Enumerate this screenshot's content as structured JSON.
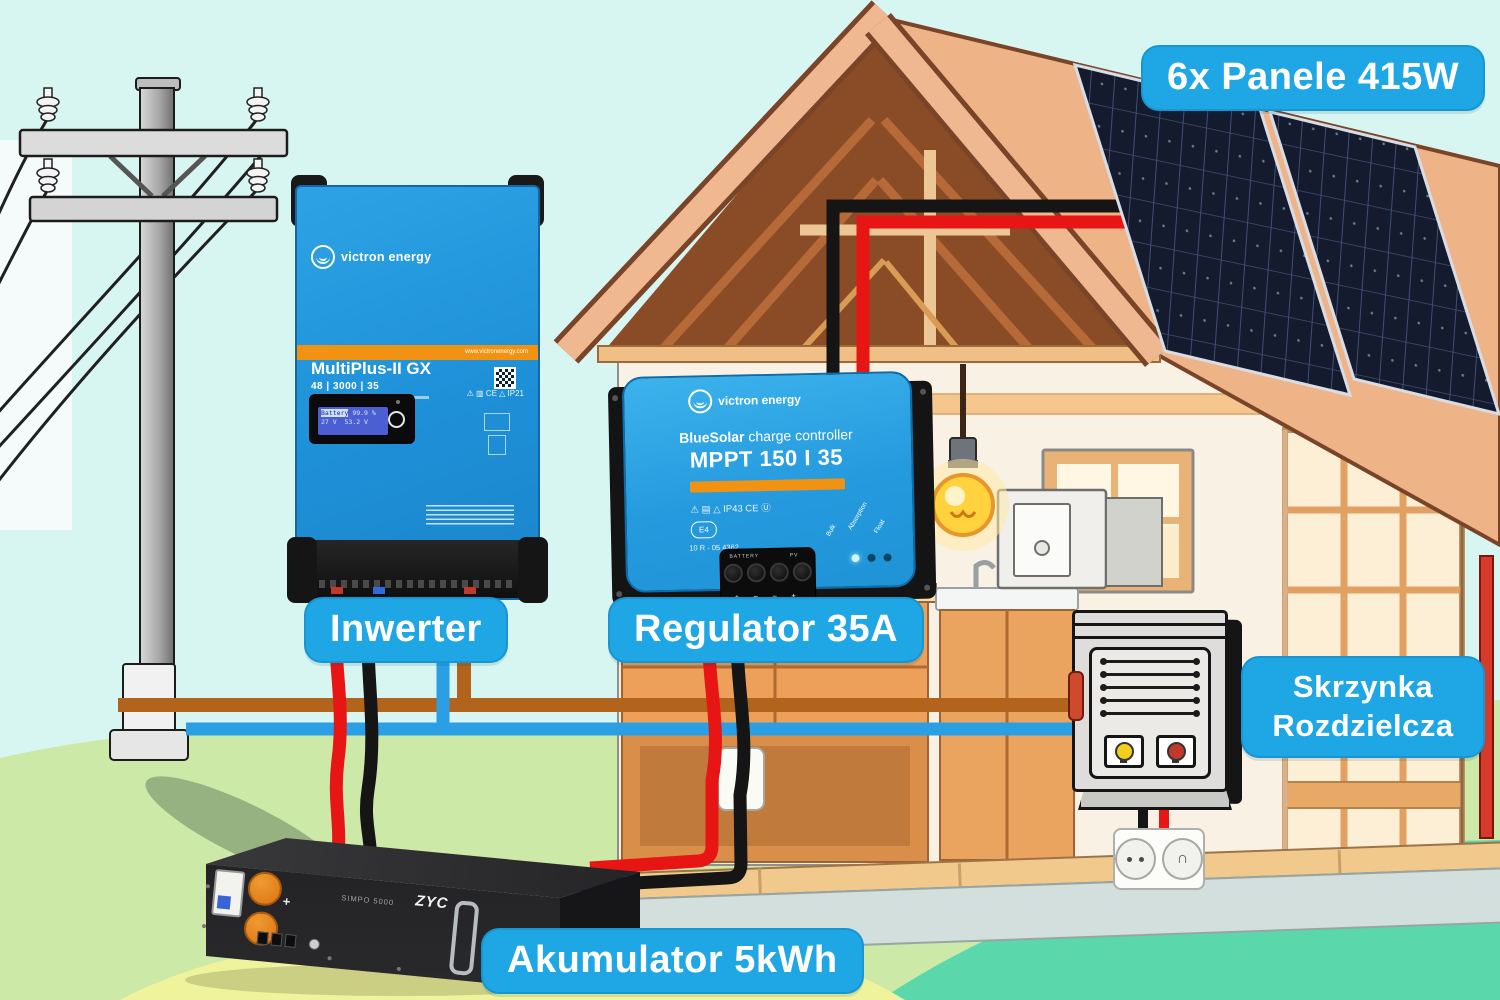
{
  "badges": {
    "panels": "6x Panele 415W",
    "inverter": "Inwerter",
    "regulator": "Regulator 35A",
    "distribution_line1": "Skrzynka",
    "distribution_line2": "Rozdzielcza",
    "battery": "Akumulator 5kWh"
  },
  "inverter": {
    "brand": "victron energy",
    "model": "MultiPlus-II GX",
    "rating": "48 | 3000 | 35",
    "website": "www.victronenergy.com",
    "certs": "⚠ ▥ CE △ IP21",
    "display_label": "Battery",
    "display_value": " 99.9 %",
    "display_line2": "27 V  53.2 V"
  },
  "regulator": {
    "brand": "victron energy",
    "product_name": "BlueSolar",
    "product_rest": " charge controller",
    "model": "MPPT 150 I 35",
    "certs": "⚠ ▤ △ IP43 CE Ⓤ",
    "e_mark": "E4",
    "approval": "10 R - 05 4362",
    "leds": [
      "Bulk",
      "Absorption",
      "Float"
    ],
    "terminal_battery": "BATTERY",
    "terminal_pv": "PV",
    "terminal_marks": "+ − − +"
  },
  "battery_unit": {
    "model": "SIMPO 5000",
    "brand": "ZYC"
  },
  "colors": {
    "badge_blue": "#1ea6e5",
    "victron_blue": "#2196dd",
    "victron_orange": "#f29213",
    "wire_red": "#e81515",
    "wire_black": "#151515",
    "wire_brown": "#b2641c",
    "wire_blue": "#2b9fe3",
    "roof_salmon": "#eeb488",
    "panel_navy": "#141b2e"
  }
}
